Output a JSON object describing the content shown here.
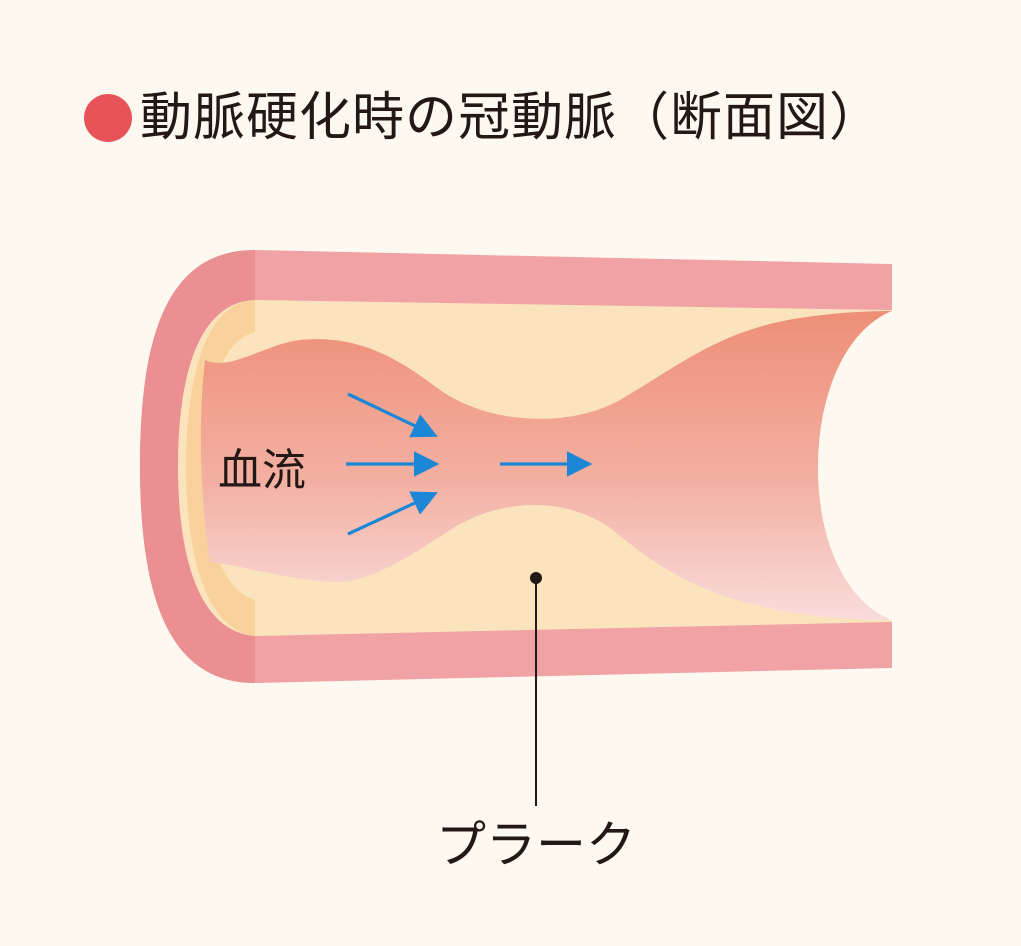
{
  "title": {
    "text": "動脈硬化時の冠動脈（断面図）",
    "bullet_color": "#e8535a"
  },
  "diagram": {
    "blood_flow_label": "血流",
    "plaque_label": "プラーク",
    "colors": {
      "background": "#fdf9f1",
      "vessel_wall": "#f0a2a4",
      "vessel_wall_edge": "#ea8f92",
      "plaque": "#fbe3bd",
      "lumen_top": "#ef9079",
      "lumen_bottom": "#f8d7d6",
      "arrow": "#1c87d6",
      "leader_line": "#231815"
    },
    "icons": [
      "arrow-right-icon",
      "leader-dot-icon"
    ]
  }
}
